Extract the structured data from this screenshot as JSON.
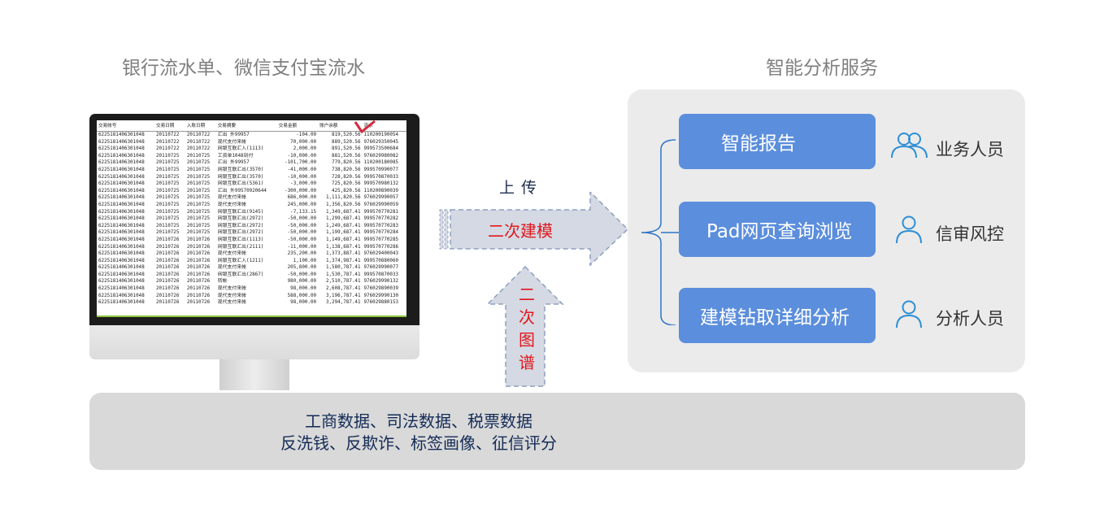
{
  "left_heading": "银行流水单、微信支付宝流水",
  "right_heading": "智能分析服务",
  "statement": {
    "columns": [
      "交易帐号",
      "交易日期",
      "入账日期",
      "交易摘要",
      "交易金额",
      "账户余额",
      "流水"
    ],
    "rows": [
      [
        "6225181406301048",
        "20110722",
        "20110722",
        "汇出 外99957",
        "-104.00",
        "819,520.56",
        "110200190054"
      ],
      [
        "6225181406301048",
        "20110722",
        "20110722",
        "现代支付来帐",
        "70,000.00",
        "889,520.56",
        "976029350045"
      ],
      [
        "6225181406301048",
        "20110722",
        "20110722",
        "网银互联汇入(1113)",
        "2,000.00",
        "891,520.56",
        "999573500684"
      ],
      [
        "6225181406301048",
        "20110725",
        "20110725",
        "工资单1048到付",
        "-10,000.00",
        "881,520.56",
        "976029980082"
      ],
      [
        "6225181406301048",
        "20110725",
        "20110725",
        "汇出 外99957",
        "-101,700.00",
        "779,820.56",
        "110200180085"
      ],
      [
        "6225181406301048",
        "20110725",
        "20110725",
        "网银互联汇出(3570)",
        "-41,000.00",
        "738,820.56",
        "999570990077"
      ],
      [
        "6225181406301048",
        "20110725",
        "20110725",
        "网银互联汇出(3570)",
        "-10,000.00",
        "728,820.56",
        "999570870033"
      ],
      [
        "6225181406301048",
        "20110725",
        "20110725",
        "网银互联汇出(5361)",
        "-3,000.00",
        "725,820.56",
        "999570980132"
      ],
      [
        "6225181406301048",
        "20110725",
        "20110725",
        "汇出 外99570920644",
        "-300,000.00",
        "425,820.56",
        "110200890039"
      ],
      [
        "6225181406301048",
        "20110725",
        "20110725",
        "现代支付来帐",
        "686,000.00",
        "1,111,820.56",
        "976029990057"
      ],
      [
        "6225181406301048",
        "20110725",
        "20110725",
        "现代支付来帐",
        "245,000.00",
        "1,356,820.56",
        "976029990059"
      ],
      [
        "6225181406301048",
        "20110725",
        "20110725",
        "网银互联汇出(9145)",
        "-7,133.15",
        "1,349,687.41",
        "999570770281"
      ],
      [
        "6225181406301048",
        "20110725",
        "20110725",
        "网银互联汇出(2972)",
        "-50,000.00",
        "1,299,687.41",
        "999570770282"
      ],
      [
        "6225181406301048",
        "20110725",
        "20110725",
        "网银互联汇出(2972)",
        "-50,000.00",
        "1,249,687.41",
        "999570770283"
      ],
      [
        "6225181406301048",
        "20110725",
        "20110725",
        "网银互联汇出(2972)",
        "-50,000.00",
        "1,199,687.41",
        "999570770284"
      ],
      [
        "6225181406301048",
        "20110726",
        "20110726",
        "网银互联汇出(1113)",
        "-50,000.00",
        "1,149,687.41",
        "999570770285"
      ],
      [
        "6225181406301048",
        "20110726",
        "20110726",
        "网银互联汇出(2111)",
        "-11,000.00",
        "1,138,687.41",
        "999570770286"
      ],
      [
        "6225181406301048",
        "20110726",
        "20110726",
        "现代支付来帐",
        "235,200.00",
        "1,373,887.41",
        "976029400043"
      ],
      [
        "6225181406301048",
        "20110726",
        "20110726",
        "网银互联汇入(1211)",
        "1,100.00",
        "1,374,987.41",
        "999570880060"
      ],
      [
        "6225181406301048",
        "20110726",
        "20110726",
        "现代支付来帐",
        "205,800.00",
        "1,580,787.41",
        "976029990077"
      ],
      [
        "6225181406301048",
        "20110726",
        "20110726",
        "网银互联汇出(2867)",
        "-50,000.00",
        "1,530,787.41",
        "999570870033"
      ],
      [
        "6225181406301048",
        "20110726",
        "20110726",
        "转帐",
        "980,000.00",
        "2,510,787.41",
        "976029990132"
      ],
      [
        "6225181406301048",
        "20110726",
        "20110726",
        "现代支付来帐",
        "98,000.00",
        "2,608,787.41",
        "976029890039"
      ],
      [
        "6225181406301048",
        "20110726",
        "20110726",
        "现代支付来帐",
        "588,000.00",
        "3,196,787.41",
        "976029990130"
      ],
      [
        "6225181406301048",
        "20110726",
        "20110726",
        "现代支付来帐",
        "98,000.00",
        "3,294,787.41",
        "976029880153"
      ]
    ]
  },
  "flow": {
    "upload_label": "上传",
    "modeling_label": "二次建模",
    "graph_chars": [
      "二",
      "次",
      "图",
      "谱"
    ]
  },
  "services": [
    {
      "label": "智能报告",
      "role": "业务人员",
      "role_icon": "group-icon"
    },
    {
      "label": "Pad网页查询浏览",
      "role": "信审风控",
      "role_icon": "person-icon"
    },
    {
      "label": "建模钻取详细分析",
      "role": "分析人员",
      "role_icon": "person-icon"
    }
  ],
  "data_sources": {
    "line1": "工商数据、司法数据、税票数据",
    "line2": "反洗钱、反欺诈、标签画像、征信评分"
  },
  "colors": {
    "service_box": "#5b8edc",
    "role_icon": "#2e8fd6",
    "arrow_fill": "#d5d9e3",
    "arrow_stroke": "#8ea0bf",
    "highlight_text": "#e1181e",
    "panel_bg": "#ebebeb",
    "bottom_bg": "#d9d9d9"
  }
}
